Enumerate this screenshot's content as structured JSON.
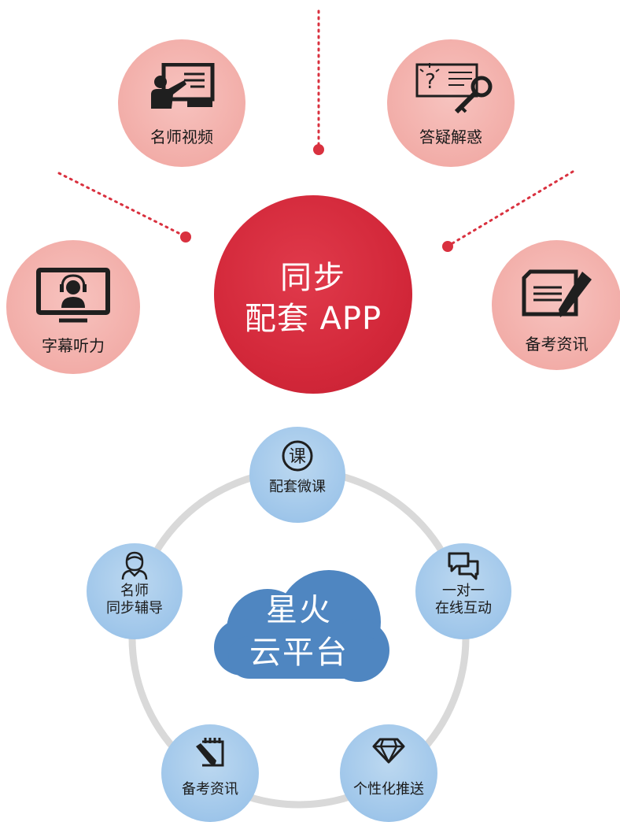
{
  "top": {
    "hub": {
      "line1": "同步",
      "line2": "配套 APP"
    },
    "satellites": {
      "video": {
        "label": "名师视频",
        "icon": "teacher-board-icon"
      },
      "qa": {
        "label": "答疑解惑",
        "icon": "question-key-icon"
      },
      "listen": {
        "label": "字幕听力",
        "icon": "headset-monitor-icon"
      },
      "exam": {
        "label": "备考资讯",
        "icon": "document-pen-icon"
      }
    }
  },
  "bottom": {
    "cloud": {
      "line1": "星火",
      "line2": "云平台"
    },
    "nodes": {
      "course": {
        "label": "配套微课",
        "icon": "course-badge-icon"
      },
      "teacher": {
        "line1": "名师",
        "line2": "同步辅导",
        "icon": "teacher-person-icon"
      },
      "chat": {
        "line1": "一对一",
        "line2": "在线互动",
        "icon": "chat-bubbles-icon"
      },
      "exam": {
        "label": "备考资讯",
        "icon": "notebook-pen-icon"
      },
      "push": {
        "label": "个性化推送",
        "icon": "diamond-icon"
      }
    }
  },
  "colors": {
    "hub_red": "#d3283a",
    "pink": "#f2ada8",
    "dotted_line": "#d9313f",
    "blue_node": "#9fc6ea",
    "cloud_blue": "#4f86c1",
    "ring_gray": "#d9d9d9"
  }
}
